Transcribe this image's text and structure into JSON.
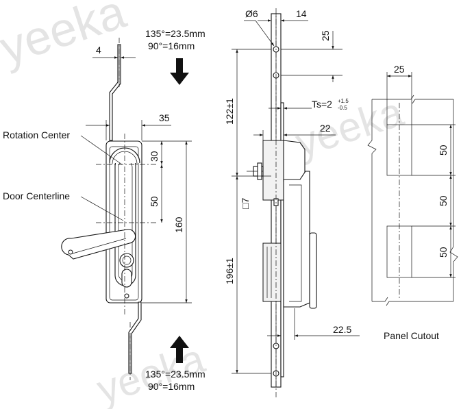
{
  "labels": {
    "rotation_center": "Rotation Center",
    "door_centerline": "Door Centerline",
    "panel_cutout": "Panel Cutout"
  },
  "travel": {
    "top_135": "135°=23.5mm",
    "top_90": "90°=16mm",
    "bottom_135": "135°=23.5mm",
    "bottom_90": "90°=16mm"
  },
  "front_dims": {
    "rod_width": "4",
    "body_offset": "35",
    "pivot_to_top": "30",
    "pivot_to_center": "50",
    "body_height": "160"
  },
  "side_dims": {
    "hole_dia": "Ø6",
    "rod_width": "14",
    "hole_top": "25",
    "upper_length": "122±1",
    "thickness_label": "Ts=2",
    "tol_plus": "+1.5",
    "tol_minus": "-0.5",
    "depth": "22",
    "square_drive": "□7",
    "lower_length": "196±1",
    "rod_offset": "22.5"
  },
  "cutout_dims": {
    "width": "25",
    "h1": "50",
    "h2": "50",
    "h3": "50"
  },
  "watermark": "yeeka"
}
